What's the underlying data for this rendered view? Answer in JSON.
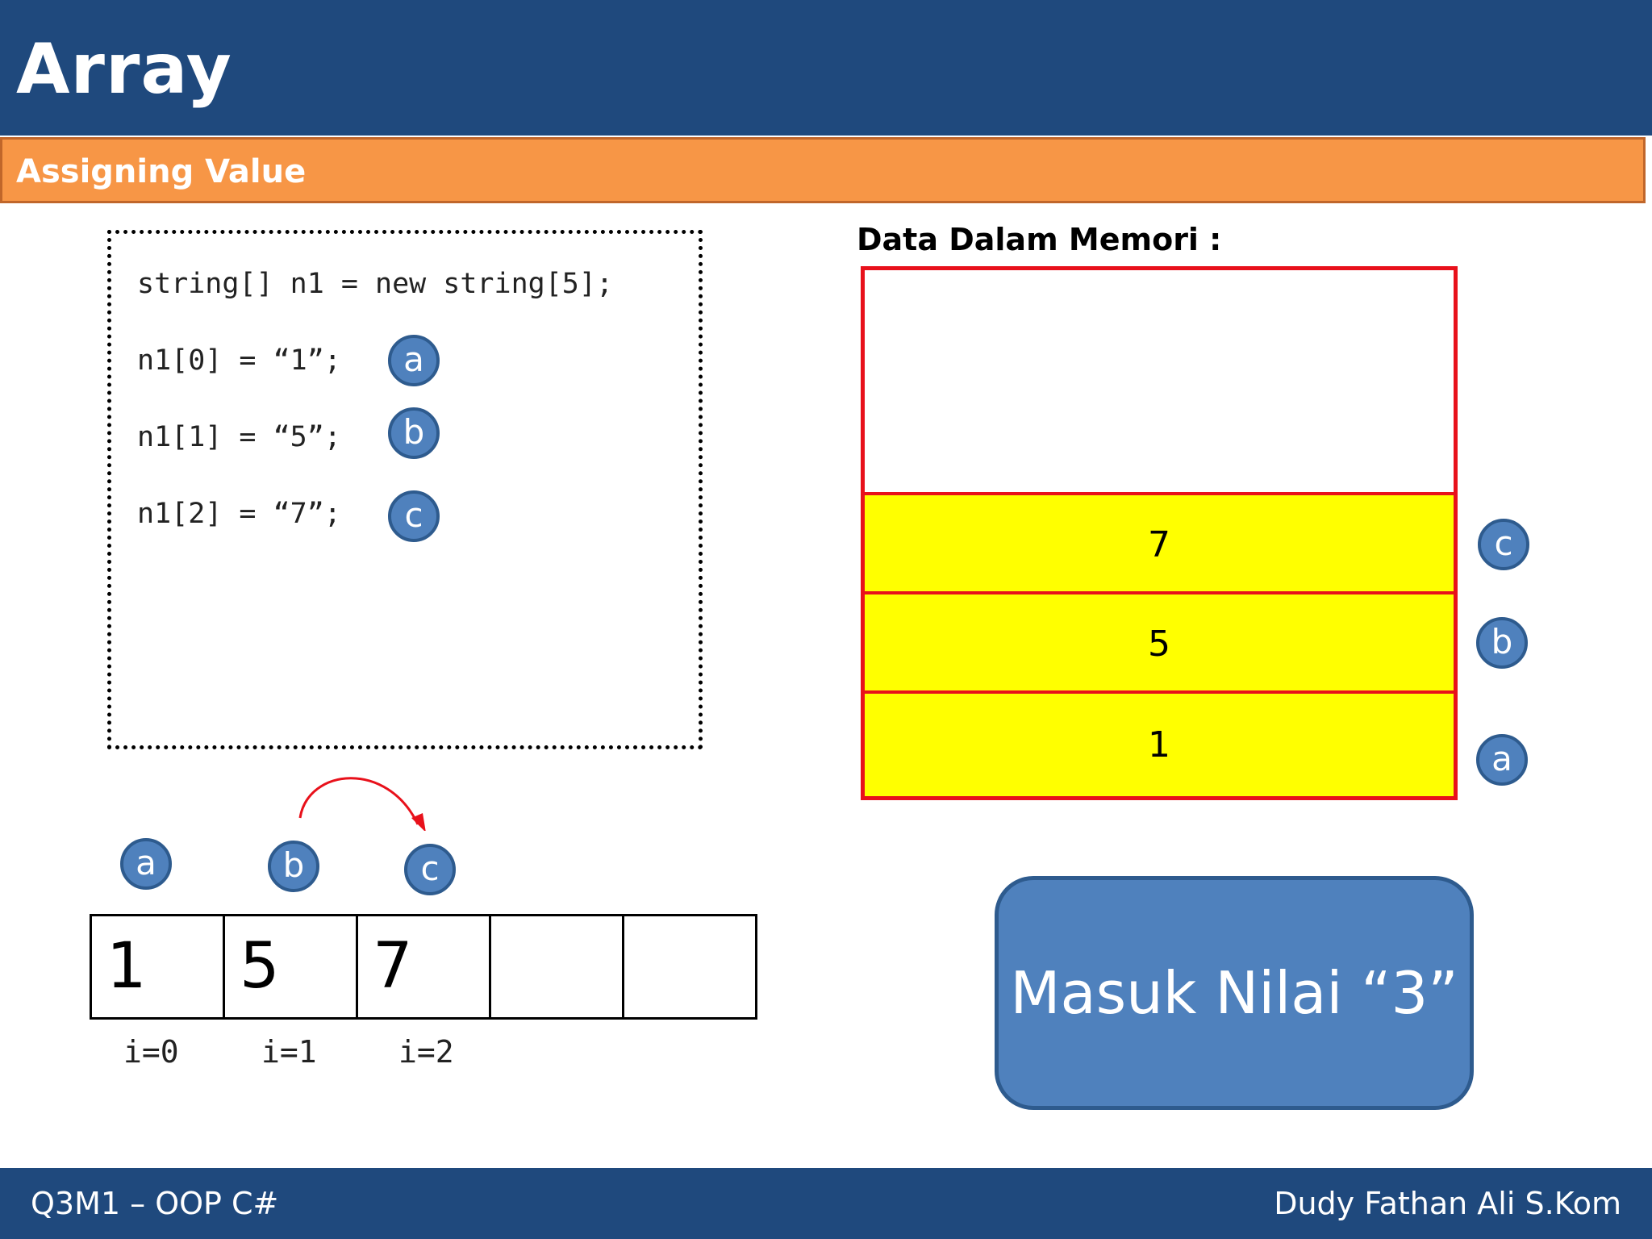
{
  "header": {
    "title": "Array",
    "subtitle": "Assigning Value"
  },
  "code": {
    "lines": [
      "string[] n1 = new string[5];",
      "n1[0] = “1”;",
      "n1[1] = “5”;",
      "n1[2] = “7”;"
    ],
    "markers": [
      "a",
      "b",
      "c"
    ]
  },
  "memory": {
    "title": "Data Dalam Memori :",
    "cells": [
      {
        "value": "7",
        "marker": "c"
      },
      {
        "value": "5",
        "marker": "b"
      },
      {
        "value": "1",
        "marker": "a"
      }
    ]
  },
  "array": {
    "markers": [
      "a",
      "b",
      "c"
    ],
    "cells": [
      "1",
      "5",
      "7",
      "",
      ""
    ],
    "indices": [
      "i=0",
      "i=1",
      "i=2"
    ]
  },
  "action_button": {
    "label": "Masuk Nilai “3”"
  },
  "footer": {
    "left": "Q3M1 – OOP C#",
    "right": "Dudy Fathan Ali S.Kom"
  },
  "colors": {
    "header": "#1f497d",
    "subbar": "#f79646",
    "marker": "#4f81bd",
    "memory_fill": "#ffff00",
    "memory_border": "#e8111b"
  }
}
